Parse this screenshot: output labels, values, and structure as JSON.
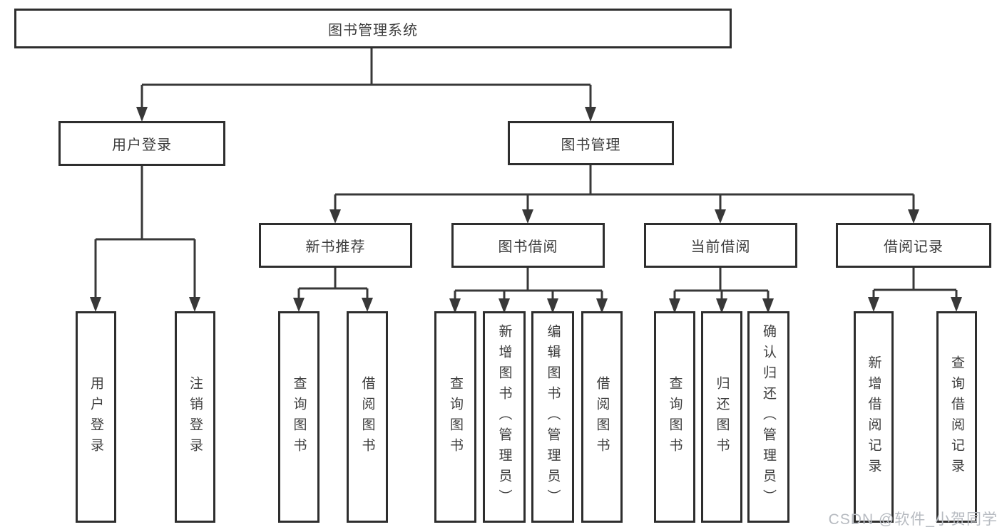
{
  "diagram": {
    "watermark": "CSDN @软件_小贺同学",
    "colors": {
      "line": "#383838",
      "box_border": "#2e2e2e",
      "text": "#3d3d3d",
      "watermark": "#b7bbc1",
      "background": "#ffffff"
    },
    "nodes": {
      "root": {
        "label": "图书管理系统"
      },
      "user_login": {
        "label": "用户登录"
      },
      "book_management": {
        "label": "图书管理"
      },
      "new_book_recommend": {
        "label": "新书推荐"
      },
      "book_borrow": {
        "label": "图书借阅"
      },
      "current_borrow": {
        "label": "当前借阅"
      },
      "borrow_records": {
        "label": "借阅记录"
      },
      "leaf_user_login": {
        "label": "用户登录"
      },
      "leaf_logout": {
        "label": "注销登录"
      },
      "leaf_query_book_1": {
        "label": "查询图书"
      },
      "leaf_borrow_book_1": {
        "label": "借阅图书"
      },
      "leaf_query_book_2": {
        "label": "查询图书"
      },
      "leaf_add_book": {
        "label": "新增图书（管理员）"
      },
      "leaf_edit_book": {
        "label": "编辑图书（管理员）"
      },
      "leaf_borrow_book_2": {
        "label": "借阅图书"
      },
      "leaf_query_book_3": {
        "label": "查询图书"
      },
      "leaf_return_book": {
        "label": "归还图书"
      },
      "leaf_confirm_return": {
        "label": "确认归还（管理员）"
      },
      "leaf_add_borrow_record": {
        "label": "新增借阅记录"
      },
      "leaf_query_borrow_record": {
        "label": "查询借阅记录"
      }
    }
  }
}
